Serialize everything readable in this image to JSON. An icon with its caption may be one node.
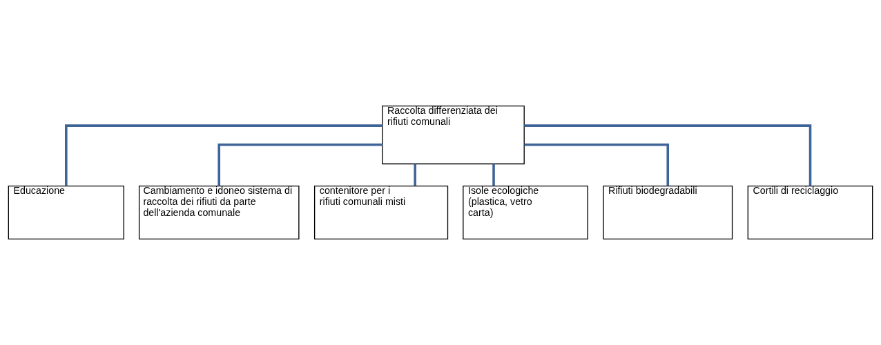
{
  "diagram": {
    "nodes": [
      {
        "text": [
          "Raccolta differenziata dei rifiuti comunali"
        ]
      },
      {
        "text": [
          "Educazione"
        ]
      },
      {
        "text": [
          "Cambiamento e idoneo sistema di raccolta dei rifiuti da parte dell'azienda comunale"
        ]
      },
      {
        "text": [
          "contenitore per i rifiuti comunali misti"
        ]
      },
      {
        "text": [
          "Isole ecologiche (plastica, vetro carta)"
        ]
      },
      {
        "text": [
          "Rifiuti biodegradabili"
        ]
      },
      {
        "text": [
          "Cortili di reciclaggio"
        ]
      }
    ],
    "edges": [
      {
        "from": 0,
        "to": 1,
        "arrow": "none"
      },
      {
        "from": 0,
        "to": 2,
        "arrow": "none"
      },
      {
        "from": 0,
        "to": 3,
        "arrow": "none"
      },
      {
        "from": 0,
        "to": 4,
        "arrow": "none"
      },
      {
        "from": 0,
        "to": 5,
        "arrow": "none"
      },
      {
        "from": 0,
        "to": 6,
        "arrow": "none"
      }
    ]
  }
}
